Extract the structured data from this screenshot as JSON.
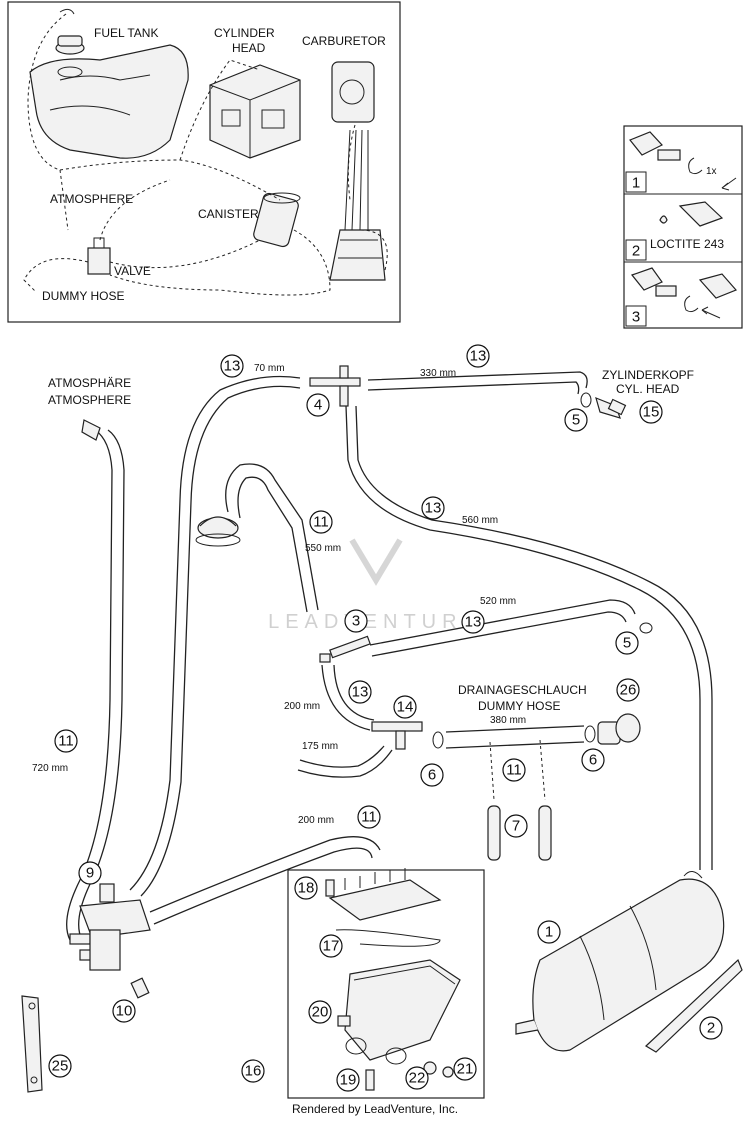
{
  "overview": {
    "fuel_tank": "FUEL TANK",
    "cylinder_head_1": "CYLINDER",
    "cylinder_head_2": "HEAD",
    "carburetor": "CARBURETOR",
    "atmosphere": "ATMOSPHERE",
    "canister": "CANISTER",
    "valve": "VALVE",
    "dummy_hose": "DUMMY HOSE"
  },
  "steps": {
    "step1_num": "1",
    "step1_note": "1x",
    "step2_num": "2",
    "step2_note": "LOCTITE 243",
    "step3_num": "3"
  },
  "labels": {
    "atmosphaere_de": "ATMOSPHÄRE",
    "atmosphere_en": "ATMOSPHERE",
    "zylinderkopf_de": "ZYLINDERKOPF",
    "cyl_head_en": "CYL. HEAD",
    "drain_de": "DRAINAGESCHLAUCH",
    "drain_en": "DUMMY HOSE"
  },
  "lengths": {
    "l70": "70 mm",
    "l330": "330 mm",
    "l560": "560 mm",
    "l550": "550 mm",
    "l520": "520 mm",
    "l200a": "200 mm",
    "l380": "380 mm",
    "l175": "175 mm",
    "l720": "720 mm",
    "l200b": "200 mm"
  },
  "callouts": {
    "c13a": "13",
    "c13b": "13",
    "c4": "4",
    "c5a": "5",
    "c15": "15",
    "c13c": "13",
    "c11a": "11",
    "c3": "3",
    "c13d": "13",
    "c5b": "5",
    "c13e": "13",
    "c14": "14",
    "c26": "26",
    "c6a": "6",
    "c11b": "11",
    "c6b": "6",
    "c7": "7",
    "c11c": "11",
    "c11d": "11",
    "c9": "9",
    "c18": "18",
    "c17": "17",
    "c1": "1",
    "c10": "10",
    "c20": "20",
    "c2": "2",
    "c16": "16",
    "c19": "19",
    "c22": "22",
    "c21": "21",
    "c25": "25"
  },
  "watermark": "LEADVENTURE",
  "footer": "Rendered by LeadVenture, Inc."
}
